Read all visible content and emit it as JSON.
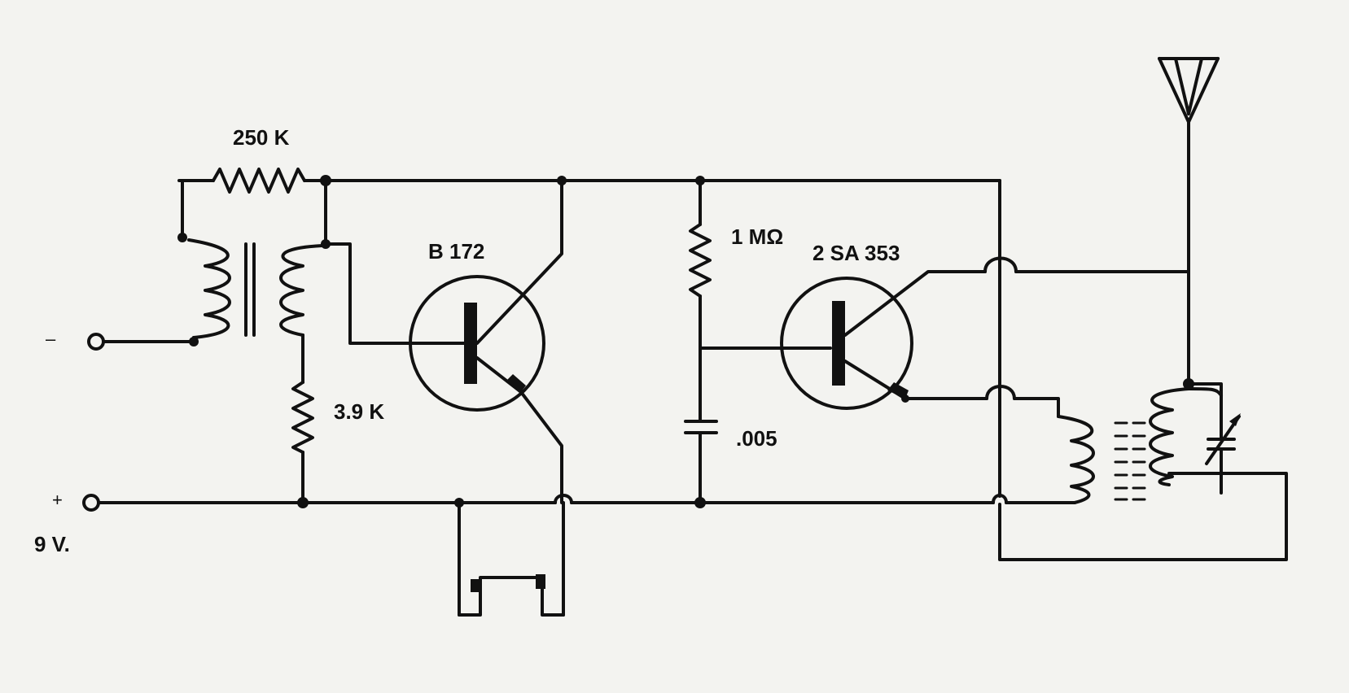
{
  "labels": {
    "r1": "250 K",
    "r2": "3.9 K",
    "r3": "1 MΩ",
    "c1": ".005",
    "q1": "B 172",
    "q2": "2 SA 353",
    "plus": "+",
    "supply": "9 V.",
    "minus": "–"
  },
  "components": [
    {
      "name": "resistor-250k",
      "value": "250 K"
    },
    {
      "name": "resistor-3.9k",
      "value": "3.9 K"
    },
    {
      "name": "resistor-1m",
      "value": "1 MΩ"
    },
    {
      "name": "capacitor",
      "value": ".005"
    },
    {
      "name": "transistor-q1",
      "value": "B 172"
    },
    {
      "name": "transistor-q2",
      "value": "2 SA 353"
    },
    {
      "name": "audio-transformer",
      "value": ""
    },
    {
      "name": "rf-transformer",
      "value": ""
    },
    {
      "name": "variable-capacitor",
      "value": ""
    },
    {
      "name": "antenna",
      "value": ""
    },
    {
      "name": "earphone-jack",
      "value": ""
    }
  ],
  "colors": {
    "ink": "#111111",
    "paper": "#f3f3f0"
  }
}
